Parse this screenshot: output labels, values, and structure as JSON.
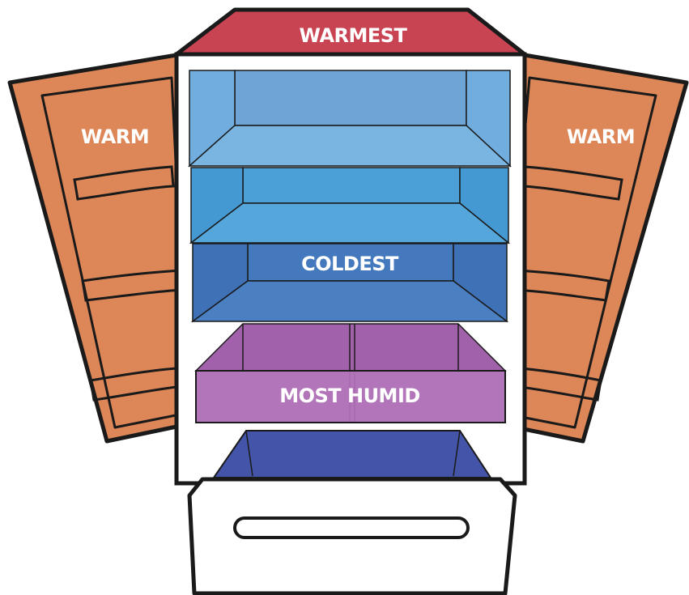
{
  "labels": {
    "top": "WARMEST",
    "left_door": "WARM",
    "right_door": "WARM",
    "middle_shelf": "COLDEST",
    "crisper": "MOST HUMID"
  },
  "colors": {
    "warmest": "#C94452",
    "warm_door": "#DD8758",
    "shelf_top": "#6CA7DA",
    "shelf_mid": "#4A9DD6",
    "shelf_cold": "#4277BD",
    "crisper": "#A564AE",
    "freezer_drawer": "#4454A8",
    "outline": "#1a1a1a"
  }
}
